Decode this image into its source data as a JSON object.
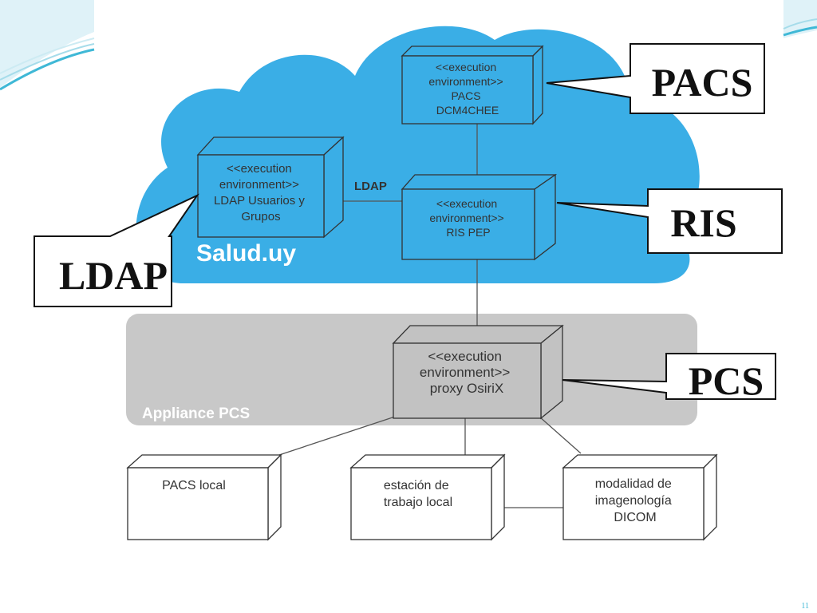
{
  "cloud": {
    "label": "Salud.uy",
    "color": "#3aaee6"
  },
  "appliance": {
    "label": "Appliance PCS",
    "color": "#c8c8c8"
  },
  "nodes": {
    "pacs": {
      "lines": [
        "<<execution",
        "environment>>",
        "PACS",
        "DCM4CHEE"
      ]
    },
    "ldap": {
      "lines": [
        "<<execution",
        "environment>>",
        "LDAP Usuarios y",
        "Grupos"
      ]
    },
    "ris": {
      "lines": [
        "<<execution",
        "environment>>",
        "RIS PEP"
      ]
    },
    "proxy": {
      "lines": [
        "<<execution",
        "environment>>",
        "proxy OsiriX"
      ]
    },
    "pacs_local": {
      "lines": [
        "PACS local"
      ]
    },
    "estacion": {
      "lines": [
        "estación de",
        "trabajo  local"
      ]
    },
    "modalidad": {
      "lines": [
        "modalidad de",
        "imagenología",
        "DICOM"
      ]
    }
  },
  "connector_label": "LDAP",
  "callouts": {
    "pacs": "PACS",
    "ris": "RIS",
    "ldap": "LDAP",
    "pcs": "PCS"
  },
  "page_number": "11",
  "colors": {
    "teal_accent": "#3fb8d6",
    "line": "#555555"
  }
}
